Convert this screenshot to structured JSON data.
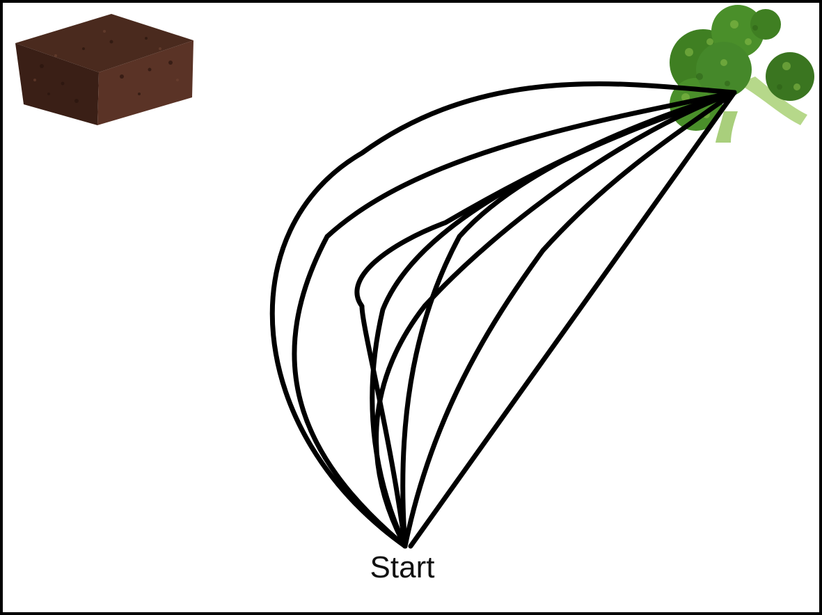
{
  "diagram": {
    "start_label": "Start",
    "nodes": [
      {
        "id": "start",
        "label": "Start"
      },
      {
        "id": "brownie",
        "icon": "brownie-image"
      },
      {
        "id": "broccoli",
        "icon": "broccoli-image"
      }
    ],
    "paths": {
      "from": "start",
      "to": "broccoli",
      "count": 8
    }
  },
  "colors": {
    "path_stroke": "#000000",
    "border": "#000000",
    "background": "#ffffff",
    "brownie_dark": "#3a1f16",
    "brownie_mid": "#5a3326",
    "broccoli_green": "#3f7f22",
    "broccoli_light": "#8cbf4a",
    "broccoli_stem": "#b6d88a"
  }
}
